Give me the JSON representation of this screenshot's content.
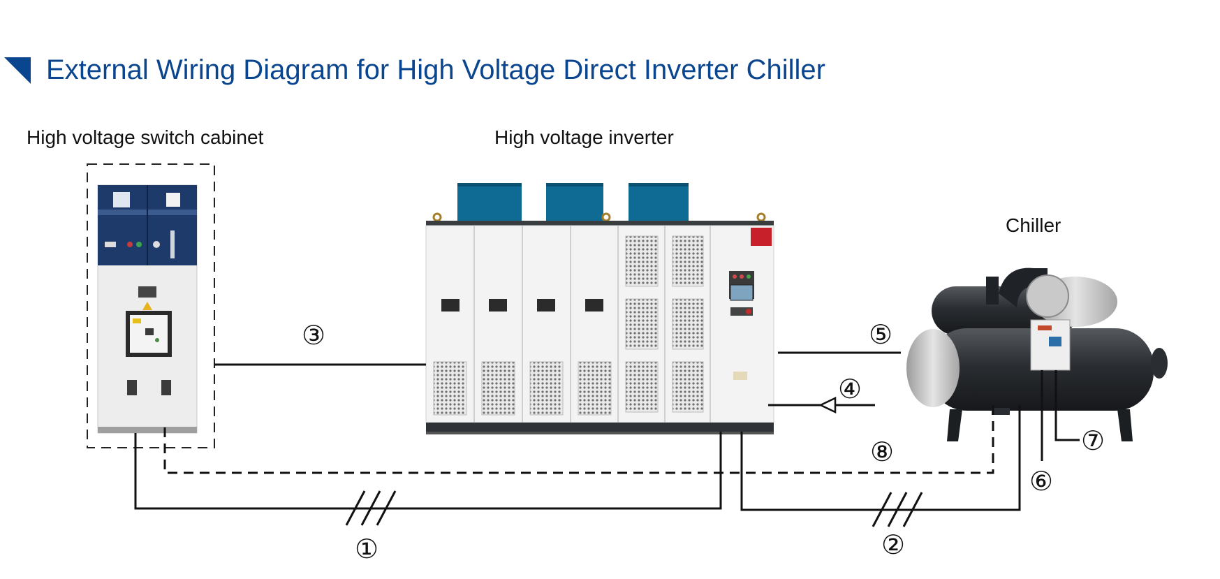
{
  "title": "External Wiring Diagram for High Voltage Direct Inverter Chiller",
  "labels": {
    "switch_cabinet": "High voltage switch cabinet",
    "inverter": "High voltage inverter",
    "chiller": "Chiller"
  },
  "callouts": {
    "c1": "①",
    "c2": "②",
    "c3": "③",
    "c4": "④",
    "c5": "⑤",
    "c6": "⑥",
    "c7": "⑦",
    "c8": "⑧"
  },
  "colors": {
    "title": "#0a4690",
    "cabinet_panel": "#1d3a6b",
    "inverter_fan": "#0f6b93",
    "chiller_body": "#2c2f33"
  }
}
